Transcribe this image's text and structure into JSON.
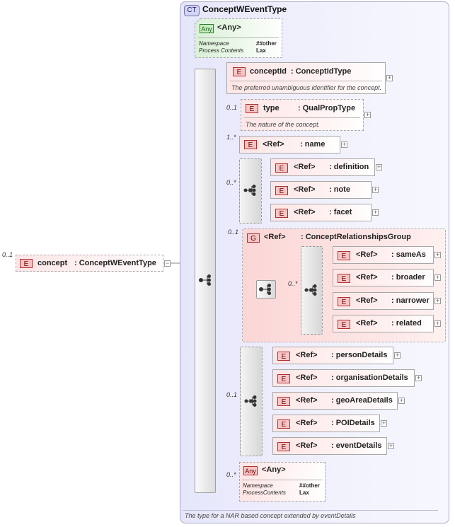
{
  "root": {
    "cardinality": "0..1",
    "badge": "E",
    "name": "concept",
    "type": ": ConceptWEventType"
  },
  "complex_type": {
    "badge": "CT",
    "title": "ConceptWEventType",
    "documentation": "The type for a NAR based concept extended by eventDetails"
  },
  "any_top": {
    "badge": "Any",
    "label": "<Any>",
    "namespace_label": "Namespace",
    "namespace_value": "##other",
    "process_label": "Process Contents",
    "process_value": "Lax"
  },
  "any_bottom": {
    "cardinality": "0..*",
    "badge": "Any",
    "label": "<Any>",
    "namespace_label": "Namespace",
    "namespace_value": "##other",
    "process_label": "ProcessContents",
    "process_value": "Lax"
  },
  "concept_id": {
    "badge": "E",
    "name": "conceptId",
    "type": ": ConceptIdType",
    "doc": "The preferred unambiguous identifier for the concept."
  },
  "type_el": {
    "cardinality": "0..1",
    "badge": "E",
    "name": "type",
    "type": ": QualPropType",
    "doc": "The nature of the concept."
  },
  "name_el": {
    "cardinality": "1..*",
    "badge": "E",
    "ref": "<Ref>",
    "name": ": name"
  },
  "choice1": {
    "cardinality": "0..*",
    "items": [
      {
        "badge": "E",
        "ref": "<Ref>",
        "name": ": definition"
      },
      {
        "badge": "E",
        "ref": "<Ref>",
        "name": ": note"
      },
      {
        "badge": "E",
        "ref": "<Ref>",
        "name": ": facet"
      }
    ]
  },
  "group": {
    "cardinality": "0..1",
    "badge": "G",
    "ref": "<Ref>",
    "name": ": ConceptRelationshipsGroup",
    "choice_cardinality": "0..*",
    "items": [
      {
        "badge": "E",
        "ref": "<Ref>",
        "name": ": sameAs"
      },
      {
        "badge": "E",
        "ref": "<Ref>",
        "name": ": broader"
      },
      {
        "badge": "E",
        "ref": "<Ref>",
        "name": ": narrower"
      },
      {
        "badge": "E",
        "ref": "<Ref>",
        "name": ": related"
      }
    ]
  },
  "choice2": {
    "cardinality": "0..1",
    "items": [
      {
        "badge": "E",
        "ref": "<Ref>",
        "name": ": personDetails"
      },
      {
        "badge": "E",
        "ref": "<Ref>",
        "name": ": organisationDetails"
      },
      {
        "badge": "E",
        "ref": "<Ref>",
        "name": ": geoAreaDetails"
      },
      {
        "badge": "E",
        "ref": "<Ref>",
        "name": ": POIDetails"
      },
      {
        "badge": "E",
        "ref": "<Ref>",
        "name": ": eventDetails"
      }
    ]
  },
  "expand_symbol": "+",
  "collapse_symbol": "−",
  "colors": {
    "element_fill": "#ffe6e6",
    "element_badge": "#f8c5c5",
    "ct_fill": "#eeeefc",
    "any_badge_top": "#c8eec0"
  }
}
